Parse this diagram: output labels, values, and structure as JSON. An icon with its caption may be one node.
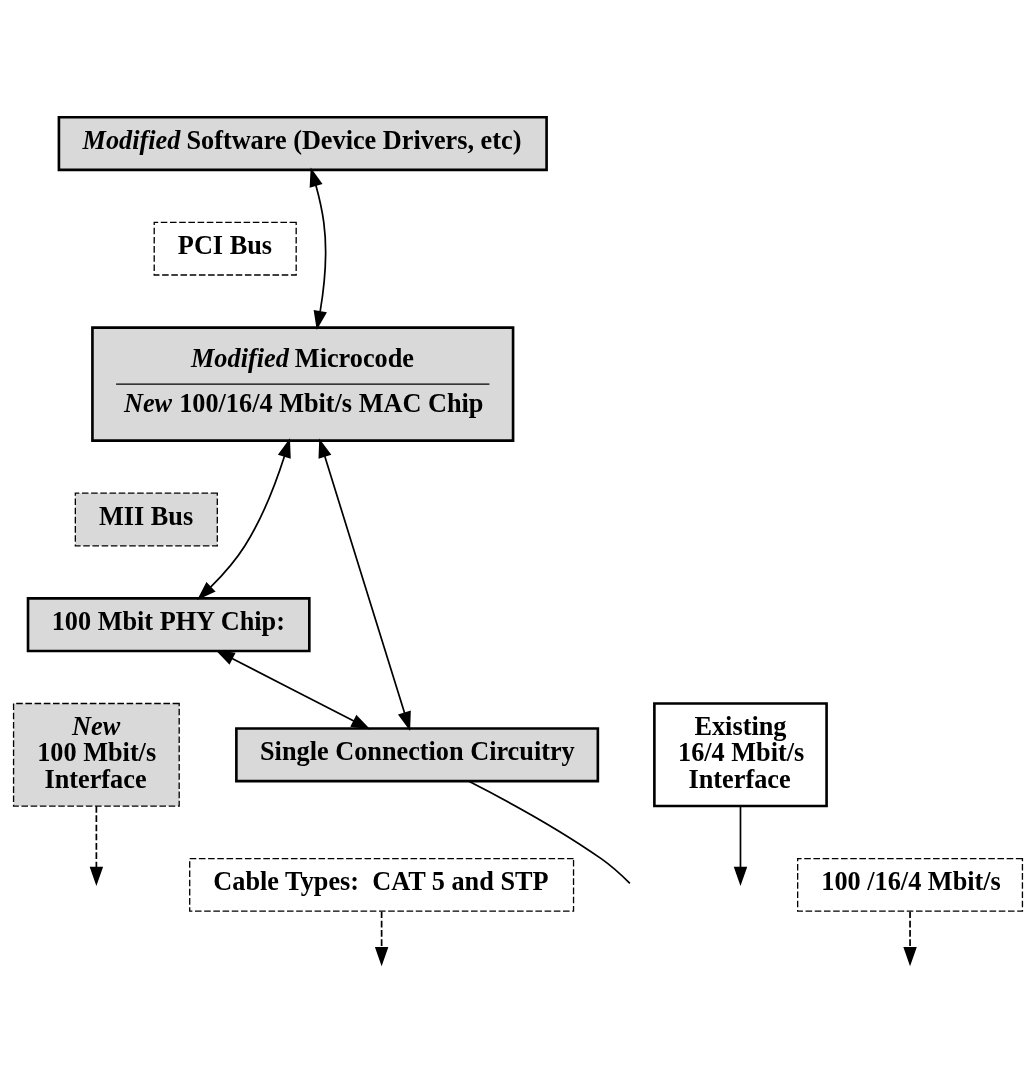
{
  "diagram": {
    "nodes": [
      {
        "text": [
          "*Modified* Software (Device Drivers, etc)"
        ]
      },
      {
        "text": [
          "PCI Bus"
        ]
      },
      {
        "text": [
          "*Modified* Microcode",
          "*New* 100/16/4 Mbit/s MAC Chip"
        ]
      },
      {
        "text": [
          "MII Bus"
        ]
      },
      {
        "text": [
          "100 Mbit PHY Chip:"
        ]
      },
      {
        "text": [
          "*New* 100 Mbit/s Interface"
        ]
      },
      {
        "text": [
          "Existing 16/4 Mbit/s Interface"
        ]
      },
      {
        "text": [
          "Single Connection Circuitry"
        ]
      },
      {
        "text": [
          "Cable Types:  CAT 5 and STP"
        ]
      },
      {
        "text": [
          "100 /16/4 Mbit/s"
        ]
      }
    ],
    "edges": [
      {
        "from": 0,
        "to": 2,
        "arrow": "both"
      },
      {
        "from": 2,
        "to": 4,
        "arrow": "both"
      },
      {
        "from": 4,
        "to": 7,
        "arrow": "both"
      },
      {
        "from": 2,
        "to": 7,
        "arrow": "both"
      },
      {
        "from": 5,
        "to": null,
        "arrow": "to",
        "style": "dashed"
      },
      {
        "from": 6,
        "to": null,
        "arrow": "to"
      },
      {
        "from": 7,
        "to": null,
        "arrow": "none"
      },
      {
        "from": 8,
        "to": null,
        "arrow": "to",
        "style": "dashed"
      },
      {
        "from": 9,
        "to": null,
        "arrow": "to",
        "style": "dashed"
      }
    ]
  }
}
